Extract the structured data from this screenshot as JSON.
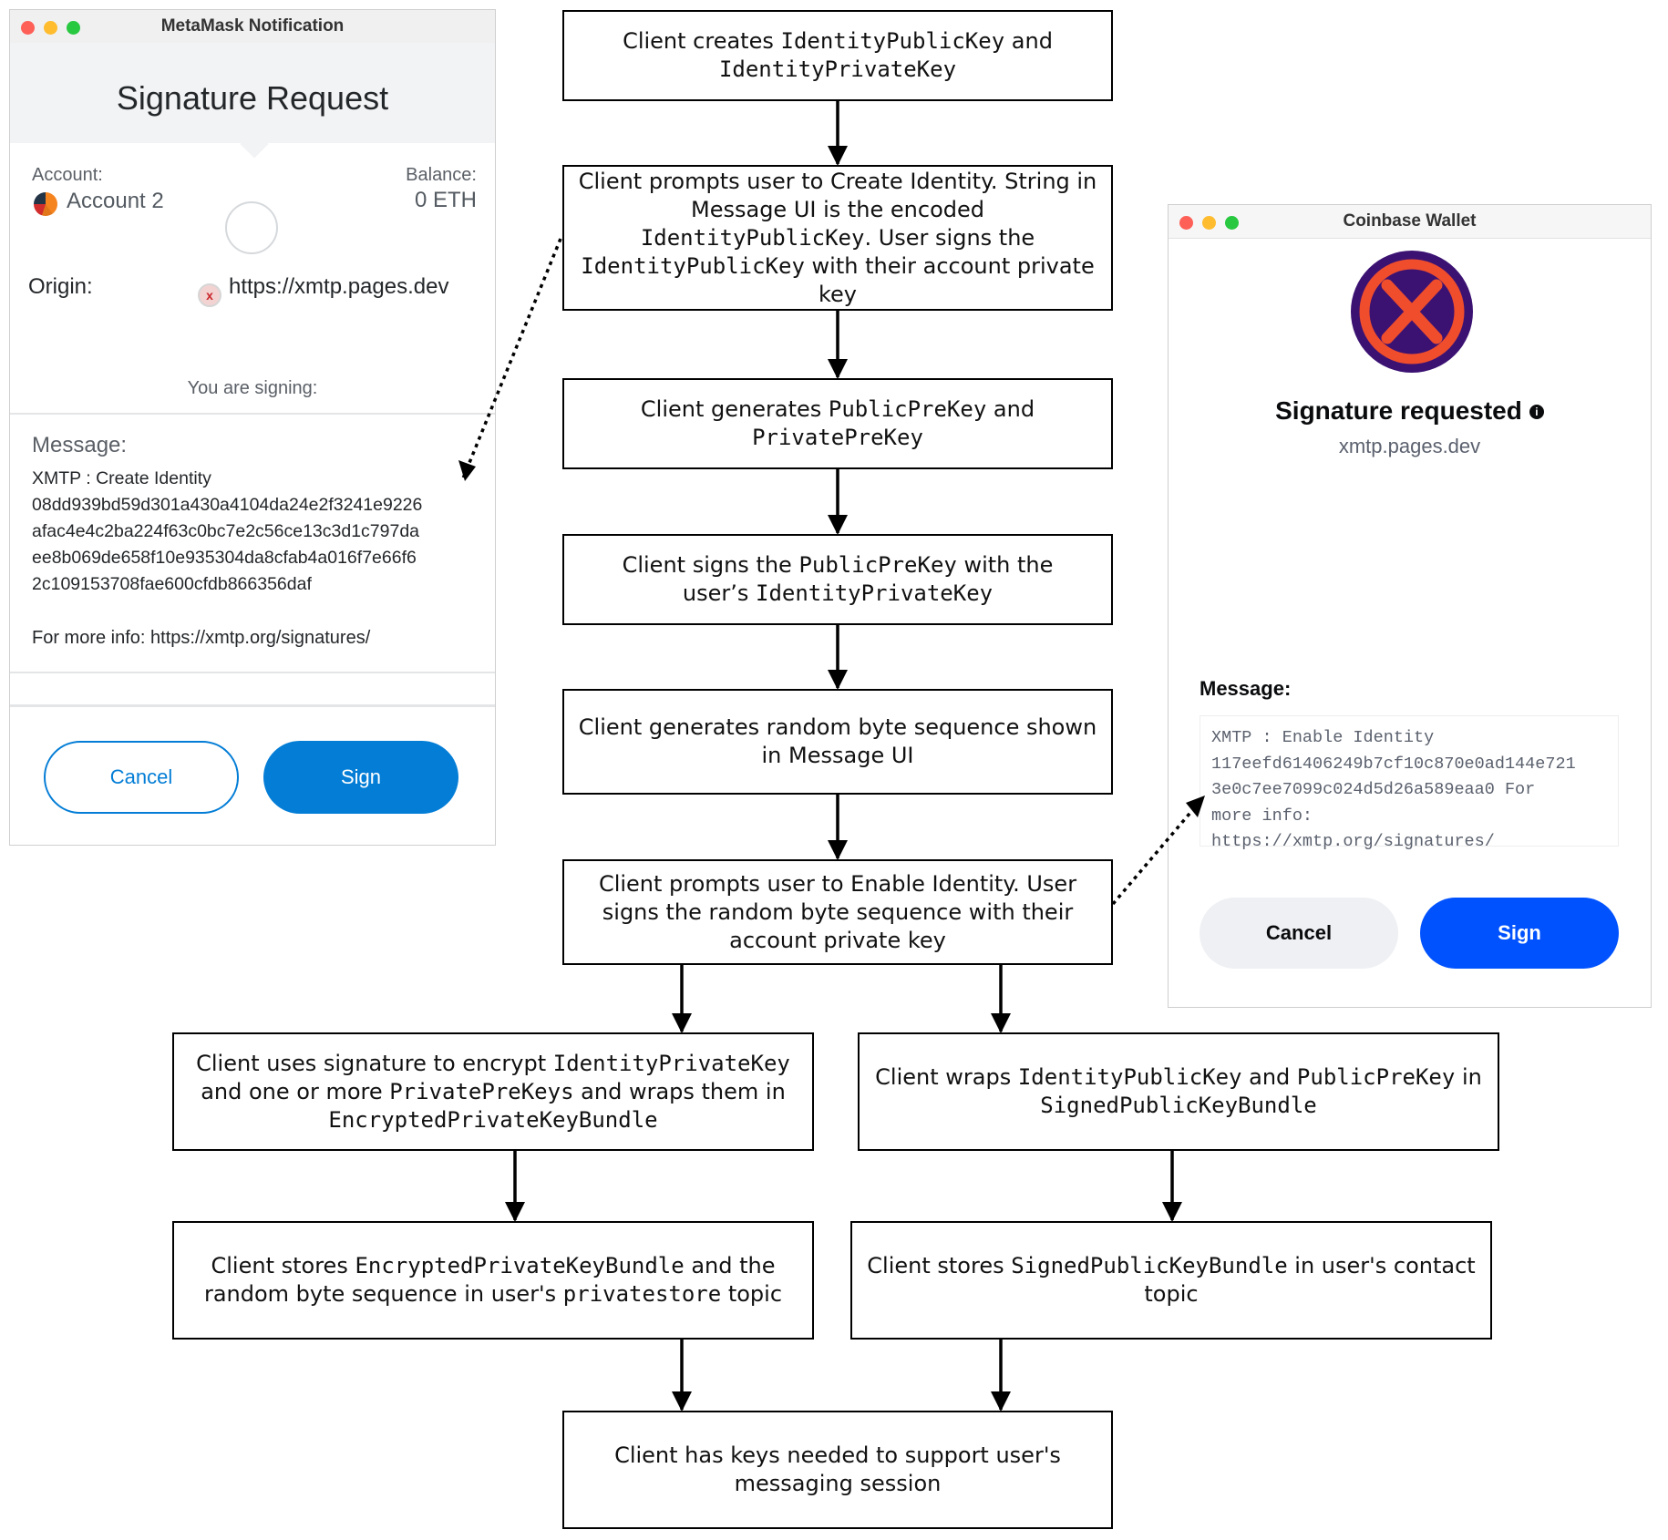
{
  "flow": {
    "b1": [
      "Client creates ",
      {
        "m": "IdentityPublicKey"
      },
      " and ",
      {
        "br": true
      },
      {
        "m": "IdentityPrivateKey"
      }
    ],
    "b2": [
      "Client prompts user to Create Identity. String in Message UI is the encoded ",
      {
        "m": "IdentityPublicKey"
      },
      ". User signs the ",
      {
        "m": "IdentityPublicKey"
      },
      " with their account private key"
    ],
    "b3": [
      "Client generates ",
      {
        "m": "PublicPreKey"
      },
      " and ",
      {
        "br": true
      },
      {
        "m": "PrivatePreKey"
      }
    ],
    "b4": [
      "Client signs the ",
      {
        "m": "PublicPreKey"
      },
      " with the ",
      {
        "br": true
      },
      "user’s ",
      {
        "m": "IdentityPrivateKey"
      }
    ],
    "b5": [
      "Client generates random byte sequence shown in Message UI"
    ],
    "b6": [
      "Client prompts user to Enable Identity. User signs the random byte sequence with their account private key"
    ],
    "b7": [
      "Client uses signature to encrypt ",
      {
        "m": "IdentityPrivateKey"
      },
      " and one or more ",
      {
        "m": "PrivatePreKeys"
      },
      " and wraps them in ",
      {
        "m": "EncryptedPrivateKeyBundle"
      }
    ],
    "b8": [
      "Client wraps ",
      {
        "m": "IdentityPublicKey"
      },
      " and ",
      {
        "m": "PublicPreKey"
      },
      " in ",
      {
        "m": "SignedPublicKeyBundle"
      }
    ],
    "b9": [
      "Client stores ",
      {
        "m": "EncryptedPrivateKeyBundle"
      },
      " and the random byte sequence in user's ",
      {
        "m": "privatestore"
      },
      " topic"
    ],
    "b10": [
      "Client stores ",
      {
        "m": "SignedPublicKeyBundle"
      },
      " in user's contact topic"
    ],
    "b11": [
      "Client has keys needed to support user's messaging session"
    ]
  },
  "metamask": {
    "window_title": "MetaMask Notification",
    "heading": "Signature Request",
    "account_label": "Account:",
    "account_name": "Account 2",
    "balance_label": "Balance:",
    "balance_value": "0 ETH",
    "origin_label": "Origin:",
    "origin_value": "https://xmtp.pages.dev",
    "signing_label": "You are signing:",
    "message_label": "Message:",
    "message_lines": [
      "XMTP : Create Identity",
      "08dd939bd59d301a430a4104da24e2f3241e9226",
      "afac4e4c2ba224f63c0bc7e2c56ce13c3d1c797da",
      "ee8b069de658f10e935304da8cfab4a016f7e66f6",
      "2c109153708fae600cfdb866356daf"
    ],
    "more_info": "For more info: https://xmtp.org/signatures/",
    "cancel_label": "Cancel",
    "sign_label": "Sign",
    "accent": "#037dd6"
  },
  "coinbase": {
    "window_title": "Coinbase Wallet",
    "title": "Signature requested",
    "site": "xmtp.pages.dev",
    "message_label": "Message:",
    "message": "XMTP : Enable Identity\n117eefd61406249b7cf10c870e0ad144e721\n3e0c7ee7099c024d5d26a589eaa0 For\nmore info:\nhttps://xmtp.org/signatures/",
    "cancel_label": "Cancel",
    "sign_label": "Sign",
    "accent": "#0052ff",
    "logo_colors": {
      "ring": "#ef4d2c",
      "core": "#3b1272"
    }
  }
}
